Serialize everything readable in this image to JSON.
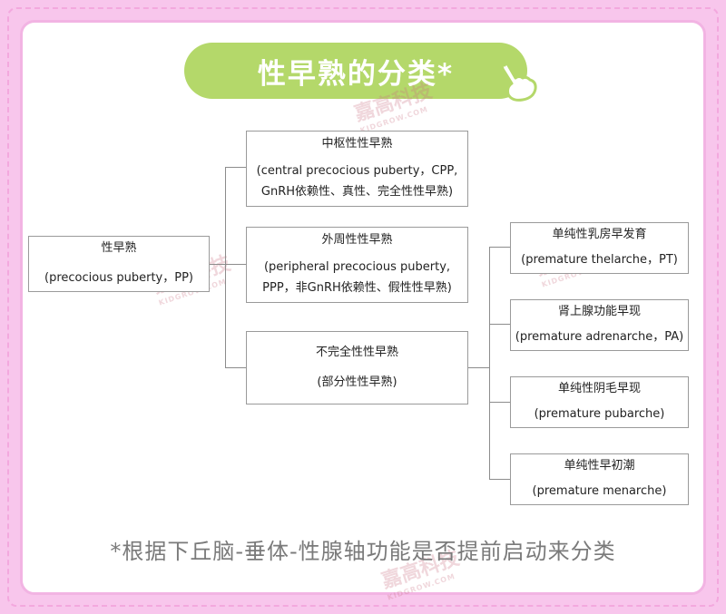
{
  "title": "性早熟的分类*",
  "footnote": "*根据下丘脑-垂体-性腺轴功能是否提前启动来分类",
  "watermark": {
    "main": "嘉高科技",
    "sub": "KIDGROW.COM"
  },
  "colors": {
    "title_bg": "#b4d86a",
    "frame_pink": "#f8c6ec",
    "border": "#9a9a9a"
  },
  "root": {
    "label_cn": "性早熟",
    "label_en": "(precocious puberty，PP)"
  },
  "branches": [
    {
      "label_cn": "中枢性性早熟",
      "line2": "(central precocious puberty，CPP,",
      "line3": "GnRH依赖性、真性、完全性性早熟)"
    },
    {
      "label_cn": "外周性性早熟",
      "line2": "(peripheral precocious puberty,",
      "line3": "PPP，非GnRH依赖性、假性性早熟)"
    },
    {
      "label_cn": "不完全性性早熟",
      "line2": "(部分性性早熟)"
    }
  ],
  "sub_branches": [
    {
      "label_cn": "单纯性乳房早发育",
      "label_en": "(premature thelarche，PT)"
    },
    {
      "label_cn": "肾上腺功能早现",
      "label_en": "(premature adrenarche，PA)"
    },
    {
      "label_cn": "单纯性阴毛早现",
      "label_en": "(premature pubarche)"
    },
    {
      "label_cn": "单纯性早初潮",
      "label_en": "(premature menarche)"
    }
  ]
}
